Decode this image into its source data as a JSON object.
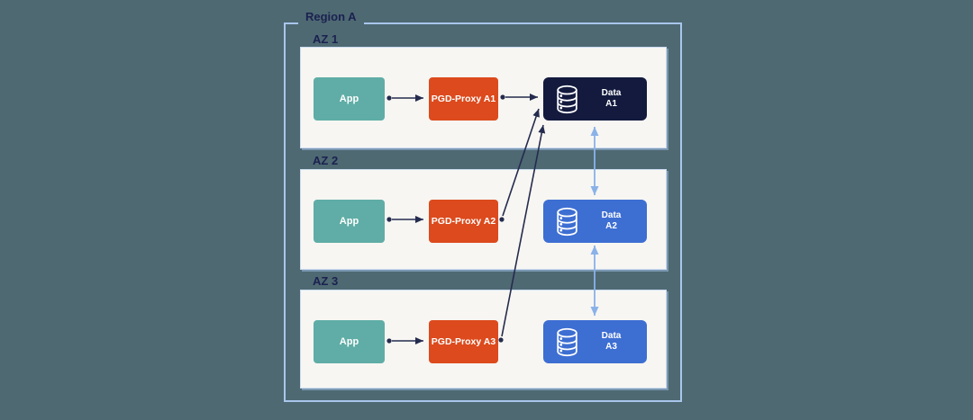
{
  "region": {
    "label": "Region A"
  },
  "zones": [
    {
      "label": "AZ 1",
      "app": {
        "label": "App"
      },
      "proxy": {
        "label": "PGD-Proxy A1"
      },
      "data": {
        "label_line1": "Data",
        "label_line2": "A1",
        "icon": "database-icon"
      }
    },
    {
      "label": "AZ 2",
      "app": {
        "label": "App"
      },
      "proxy": {
        "label": "PGD-Proxy A2"
      },
      "data": {
        "label_line1": "Data",
        "label_line2": "A2",
        "icon": "database-icon"
      }
    },
    {
      "label": "AZ 3",
      "app": {
        "label": "App"
      },
      "proxy": {
        "label": "PGD-Proxy A3"
      },
      "data": {
        "label_line1": "Data",
        "label_line2": "A3",
        "icon": "database-icon"
      }
    }
  ],
  "edges": [
    {
      "from": "app-az1",
      "to": "pgd-proxy-a1",
      "style": "dark-arrow"
    },
    {
      "from": "pgd-proxy-a1",
      "to": "data-a1",
      "style": "dark-arrow"
    },
    {
      "from": "app-az2",
      "to": "pgd-proxy-a2",
      "style": "dark-arrow"
    },
    {
      "from": "pgd-proxy-a2",
      "to": "data-a1",
      "style": "dark-arrow"
    },
    {
      "from": "app-az3",
      "to": "pgd-proxy-a3",
      "style": "dark-arrow"
    },
    {
      "from": "pgd-proxy-a3",
      "to": "data-a1",
      "style": "dark-arrow"
    },
    {
      "from": "data-a1",
      "to": "data-a2",
      "style": "replication-bidirectional"
    },
    {
      "from": "data-a2",
      "to": "data-a3",
      "style": "replication-bidirectional"
    }
  ],
  "colors": {
    "background": "#4e6972",
    "region_border": "#a9c6ec",
    "panel_bg": "#f7f6f2",
    "panel_border": "#ccdcf2",
    "label_text": "#1b2150",
    "app_fill": "#5fada6",
    "proxy_fill": "#dc4a1d",
    "data_primary_fill": "#131a3e",
    "data_replica_fill": "#3d6ed2",
    "node_text": "#ffffff",
    "connector_dark": "#252b4e",
    "connector_replication": "#8ab2e8"
  }
}
